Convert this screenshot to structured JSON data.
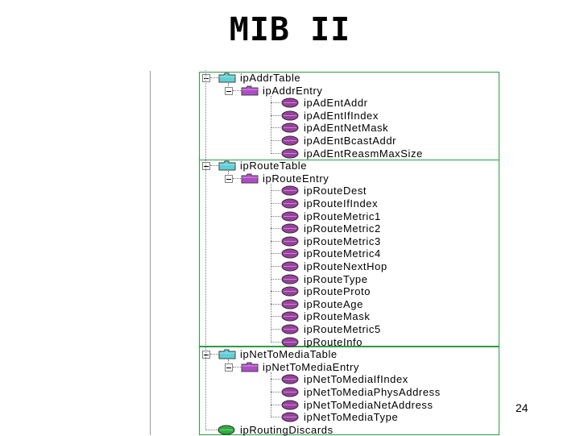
{
  "title": "MIB II",
  "page_number": "24",
  "colors": {
    "folder_table": "#5fd0d8",
    "folder_entry": "#b04cc8",
    "leaf_object": "#9a3fa0",
    "leaf_scalar": "#2fae3c",
    "highlight_border": "#2a9e42"
  },
  "tree": {
    "ipAddrTable": {
      "label": "ipAddrTable",
      "entry": "ipAddrEntry",
      "leaves": [
        "ipAdEntAddr",
        "ipAdEntIfIndex",
        "ipAdEntNetMask",
        "ipAdEntBcastAddr",
        "ipAdEntReasmMaxSize"
      ]
    },
    "ipRouteTable": {
      "label": "ipRouteTable",
      "entry": "ipRouteEntry",
      "leaves": [
        "ipRouteDest",
        "ipRouteIfIndex",
        "ipRouteMetric1",
        "ipRouteMetric2",
        "ipRouteMetric3",
        "ipRouteMetric4",
        "ipRouteNextHop",
        "ipRouteType",
        "ipRouteProto",
        "ipRouteAge",
        "ipRouteMask",
        "ipRouteMetric5",
        "ipRouteInfo"
      ]
    },
    "ipNetToMediaTable": {
      "label": "ipNetToMediaTable",
      "entry": "ipNetToMediaEntry",
      "leaves": [
        "ipNetToMediaIfIndex",
        "ipNetToMediaPhysAddress",
        "ipNetToMediaNetAddress",
        "ipNetToMediaType"
      ]
    },
    "scalar": "ipRoutingDiscards"
  }
}
